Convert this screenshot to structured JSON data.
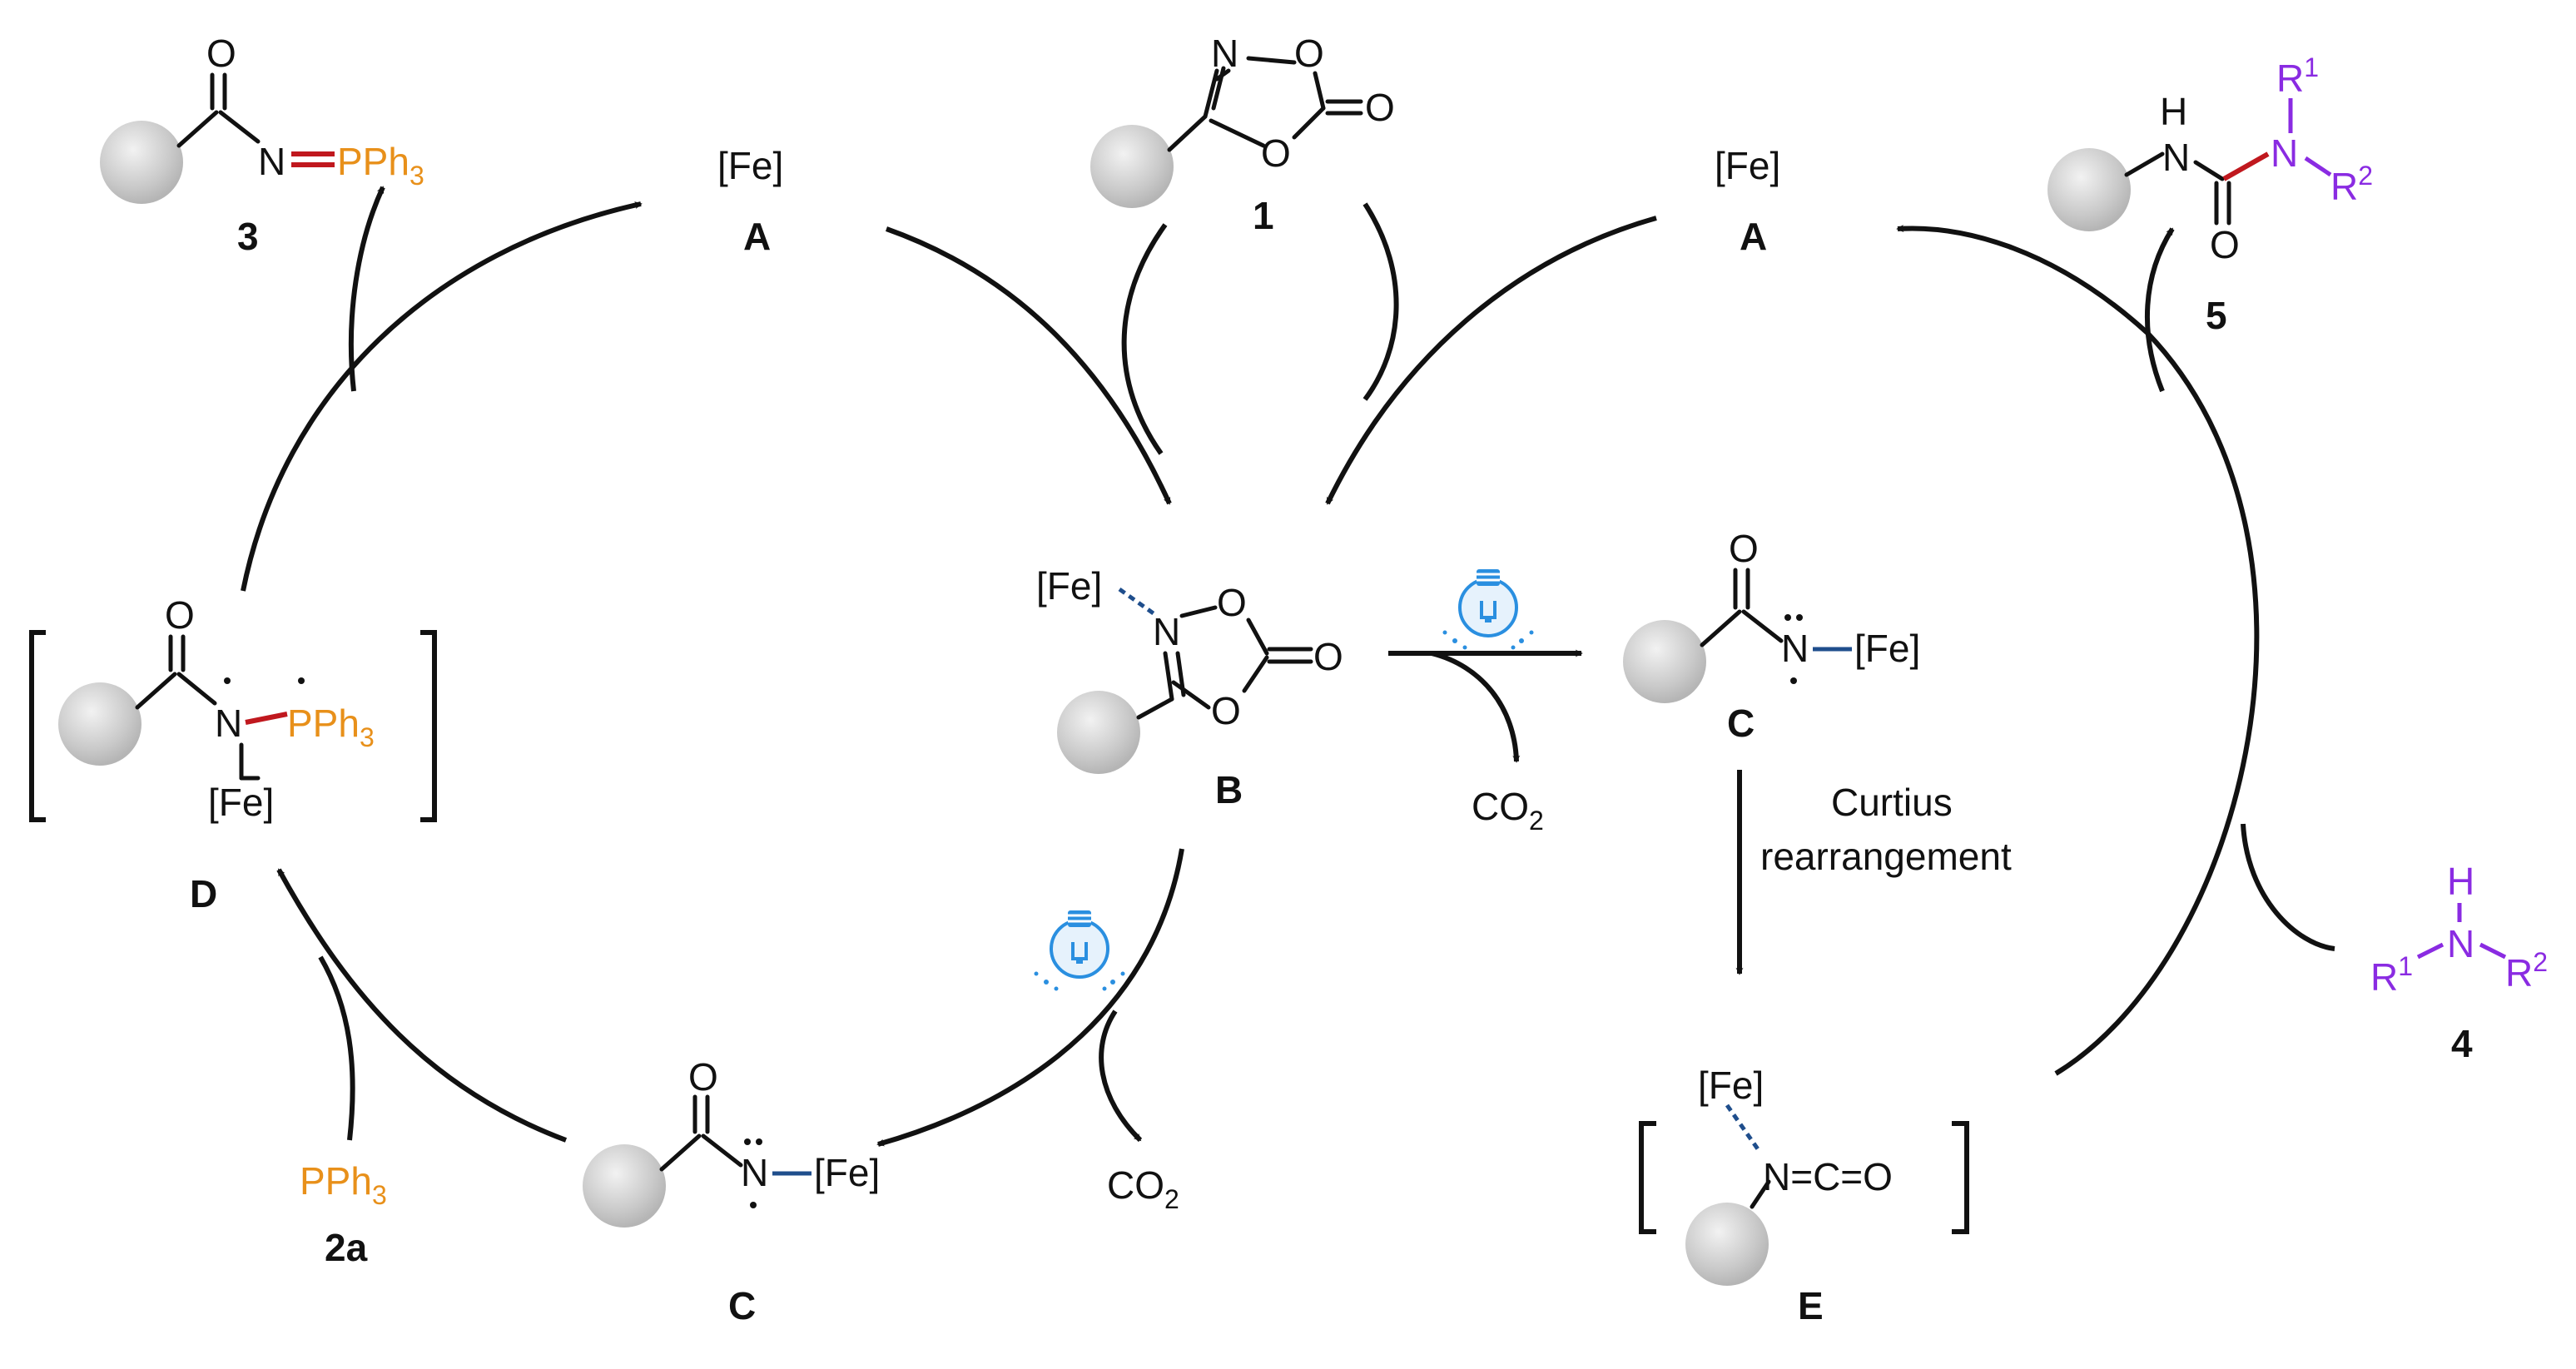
{
  "colors": {
    "ink": "#111111",
    "phosphine": "#e8901a",
    "amine": "#8a2be2",
    "iron_bond": "#1f4e8c",
    "new_bond": "#c0181e",
    "bulb": "#2a8fe0"
  },
  "species": {
    "fe_left": {
      "atom": "[Fe]",
      "label": "A"
    },
    "fe_right": {
      "atom": "[Fe]",
      "label": "A"
    },
    "dioxazolone": {
      "label": "1",
      "n": "N",
      "o1": "O",
      "o2": "O",
      "o3": "O"
    },
    "intermediate_b": {
      "fe": "[Fe]",
      "n": "N",
      "o1": "O",
      "o2": "O",
      "o3": "O",
      "label": "B"
    },
    "nitrene_c_top": {
      "o": "O",
      "n": "N",
      "fe": "[Fe]",
      "label": "C"
    },
    "nitrene_c_bottom": {
      "o": "O",
      "n": "N",
      "fe": "[Fe]",
      "label": "C"
    },
    "co2_top": {
      "text": "CO",
      "sub": "2"
    },
    "co2_bottom": {
      "text": "CO",
      "sub": "2"
    },
    "curtius": {
      "line1": "Curtius",
      "line2": "rearrangement"
    },
    "isocyanate_e": {
      "fe": "[Fe]",
      "text": "N=C=O",
      "label": "E"
    },
    "amine_4": {
      "h": "H",
      "n": "N",
      "r1": "R",
      "r1_sup": "1",
      "r2": "R",
      "r2_sup": "2",
      "label": "4"
    },
    "urea_5": {
      "h": "H",
      "n1": "N",
      "n2": "N",
      "o": "O",
      "r1": "R",
      "r1_sup": "1",
      "r2": "R",
      "r2_sup": "2",
      "label": "5"
    },
    "phosphine_2a": {
      "text": "PPh",
      "sub": "3",
      "label": "2a"
    },
    "intermediate_d": {
      "o": "O",
      "n": "N",
      "p": "PPh",
      "p_sub": "3",
      "fe": "[Fe]",
      "label": "D"
    },
    "product_3": {
      "o": "O",
      "n": "N",
      "p": "PPh",
      "p_sub": "3",
      "label": "3"
    }
  }
}
